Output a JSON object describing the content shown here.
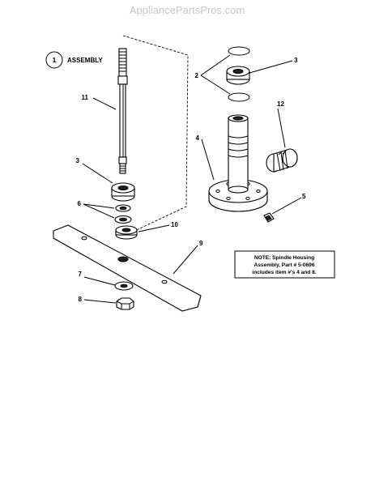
{
  "watermark": "AppliancePartsPros.com",
  "assembly": {
    "number": "1",
    "label": "ASSEMBLY"
  },
  "callouts": {
    "c2": "2",
    "c3_right": "3",
    "c12": "12",
    "c4": "4",
    "c5": "5",
    "c11": "11",
    "c3_left": "3",
    "c6": "6",
    "c10": "10",
    "c9": "9",
    "c7": "7",
    "c8": "8"
  },
  "note": {
    "line1": "NOTE: Spindle Housing",
    "line2": "Assembly, Part # 5-0696",
    "line3": "includes item #'s 4 and 8."
  }
}
